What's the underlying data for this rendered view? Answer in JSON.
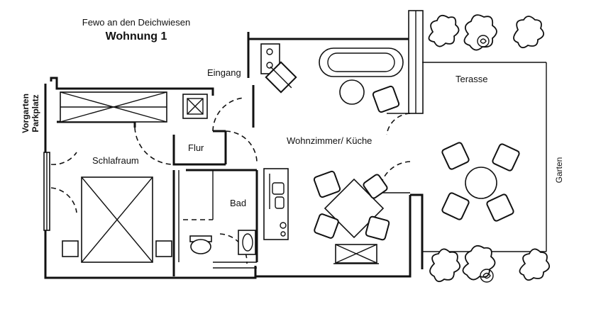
{
  "header": {
    "subtitle": "Fewo an den Deichwiesen",
    "title": "Wohnung 1"
  },
  "rooms": {
    "eingang": "Eingang",
    "flur": "Flur",
    "schlafraum": "Schlafraum",
    "bad": "Bad",
    "wohnzimmer": "Wohnzimmer/ Küche",
    "terasse": "Terasse"
  },
  "outside": {
    "vorgarten": "Vorgarten",
    "parkplatz": "Parkplatz",
    "garten": "Garten"
  }
}
